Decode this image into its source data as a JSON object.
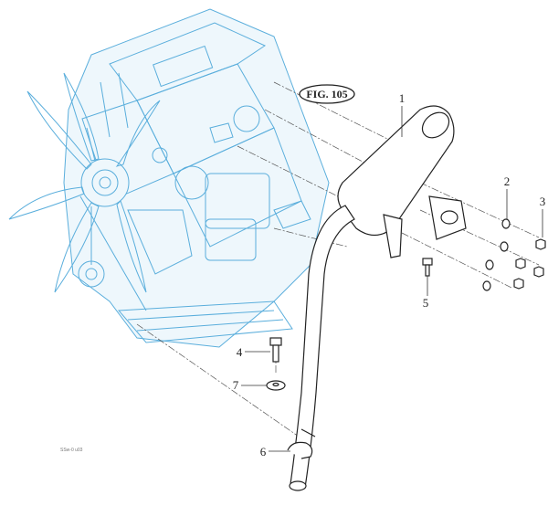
{
  "figure_ref": "FIG. 105",
  "callouts": [
    {
      "number": "1",
      "part": "muffler"
    },
    {
      "number": "2",
      "part": "washer"
    },
    {
      "number": "3",
      "part": "nut"
    },
    {
      "number": "4",
      "part": "bolt"
    },
    {
      "number": "5",
      "part": "bolt"
    },
    {
      "number": "6",
      "part": "clamp"
    },
    {
      "number": "7",
      "part": "washer"
    }
  ],
  "drawing_code": "SSw-0 u03",
  "colors": {
    "engine": "#5aaedc",
    "parts": "#222222"
  }
}
